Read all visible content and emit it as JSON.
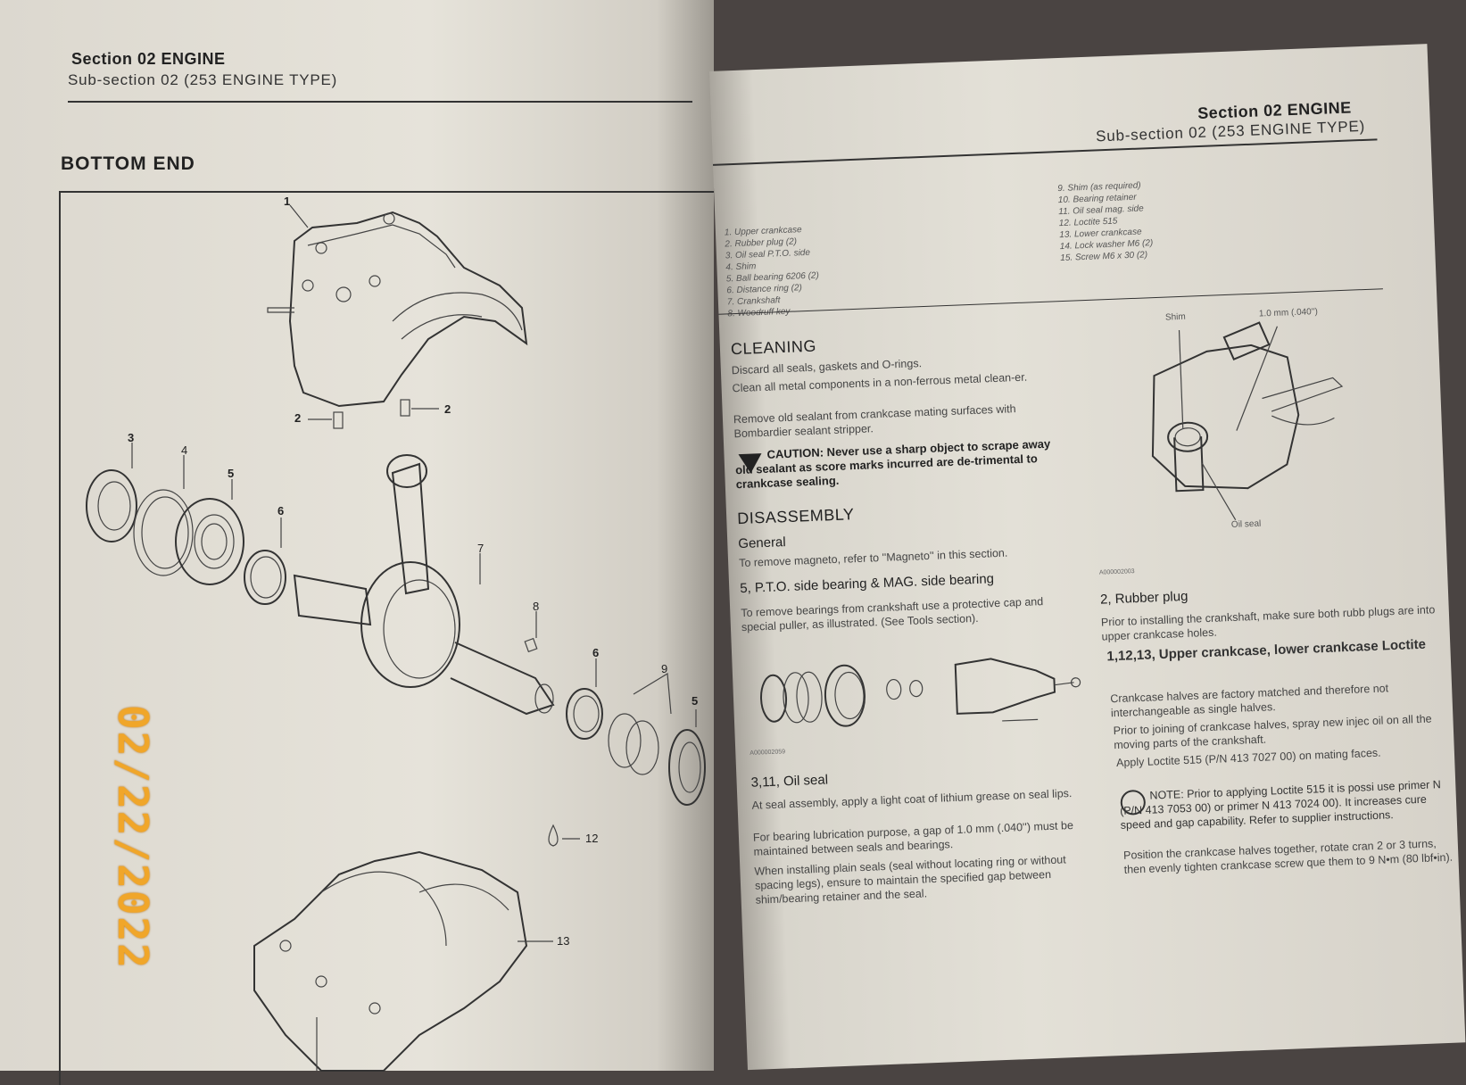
{
  "left_page": {
    "section": "Section 02  ENGINE",
    "subsection": "Sub-section 02  (253 ENGINE TYPE)",
    "title": "BOTTOM END",
    "callouts": [
      "1",
      "2",
      "2",
      "3",
      "4",
      "5",
      "6",
      "7",
      "8",
      "6",
      "9",
      "5",
      "12",
      "13"
    ],
    "date_stamp": "02/22/2022"
  },
  "right_page": {
    "section": "Section 02  ENGINE",
    "subsection": "Sub-section 02  (253 ENGINE TYPE)",
    "legend_left": [
      "1. Upper crankcase",
      "2. Rubber plug (2)",
      "3. Oil seal P.T.O. side",
      "4. Shim",
      "5. Ball bearing 6206 (2)",
      "6. Distance ring (2)",
      "7. Crankshaft",
      "8. Woodruff key"
    ],
    "legend_right": [
      "9. Shim (as required)",
      "10. Bearing retainer",
      "11. Oil seal mag. side",
      "12. Loctite 515",
      "13. Lower crankcase",
      "14. Lock washer M6 (2)",
      "15. Screw M6 x 30 (2)"
    ],
    "cleaning": {
      "heading": "CLEANING",
      "p1": "Discard all seals, gaskets and O-rings.",
      "p2": "Clean all metal components in a non-ferrous metal clean-er.",
      "p3": "Remove old sealant from crankcase mating surfaces with Bombardier sealant stripper.",
      "caution": "CAUTION: Never use a sharp object to scrape away old sealant as score marks incurred are de-trimental to crankcase sealing."
    },
    "disassembly": {
      "heading": "DISASSEMBLY",
      "general": "General",
      "general_text": "To remove magneto, refer to ''Magneto'' in this section.",
      "bearing_heading": "5, P.T.O. side bearing & MAG. side bearing",
      "bearing_text": "To remove bearings from crankshaft use a protective cap and special puller, as illustrated. (See Tools section).",
      "puller_fig_code": "A000002059"
    },
    "oil_seal": {
      "heading": "3,11, Oil seal",
      "p1": "At seal assembly, apply a light coat of lithium grease on seal lips.",
      "p2": "For bearing lubrication purpose, a gap of 1.0 mm (.040'') must be maintained between seals and bearings.",
      "p3": "When installing plain seals (seal without locating ring or without spacing legs), ensure to maintain the specified gap between shim/bearing retainer and the seal."
    },
    "figure": {
      "shim_label": "Shim",
      "gap_label": "1.0 mm (.040'')",
      "seal_label": "Oil seal",
      "code": "A000002003"
    },
    "rubber_plug": {
      "heading": "2, Rubber plug",
      "text": "Prior to installing the crankshaft, make sure both rubb plugs are into upper crankcase holes."
    },
    "crankcase": {
      "heading": "1,12,13, Upper crankcase, lower crankcase Loctite",
      "p1": "Crankcase halves are factory matched and therefore not interchangeable as single halves.",
      "p2": "Prior to joining of crankcase halves, spray new injec oil on all the moving parts of the crankshaft.",
      "p3": "Apply Loctite 515 (P/N 413 7027 00) on mating faces.",
      "note": "NOTE: Prior to applying Loctite 515 it is possi use primer N (P/N 413 7053 00) or primer N 413 7024 00). It increases cure speed and gap capability. Refer to supplier instructions.",
      "p4": "Position the crankcase halves together, rotate cran 2 or 3 turns, then evenly tighten crankcase screw que them to 9 N•m (80 lbf•in)."
    }
  }
}
